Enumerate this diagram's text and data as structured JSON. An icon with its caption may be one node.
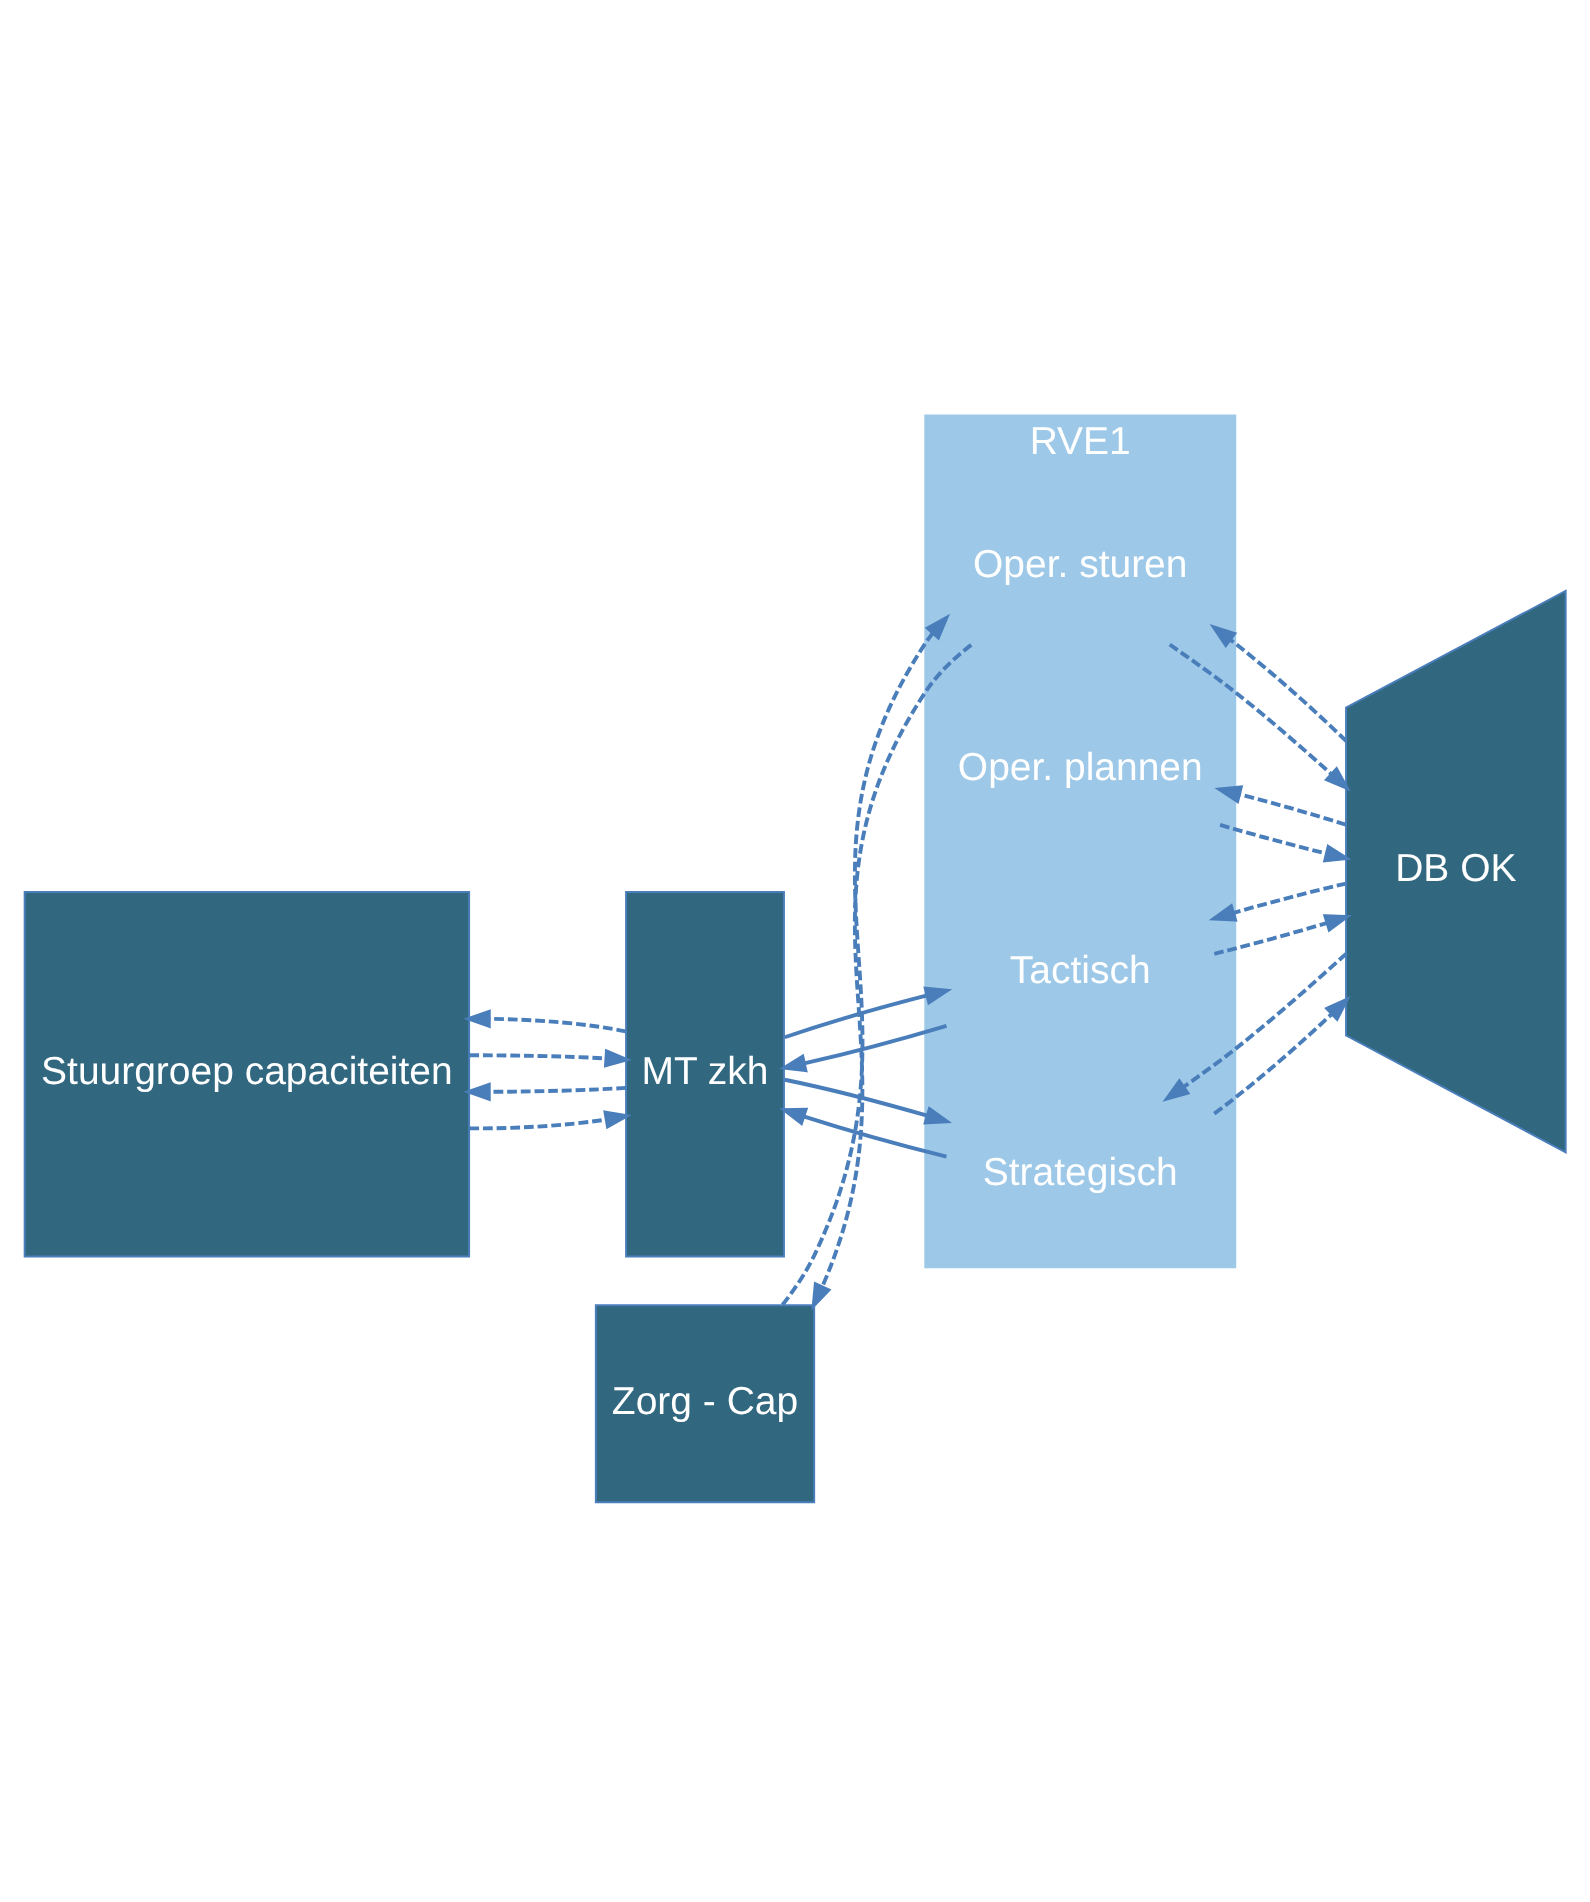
{
  "diagram": {
    "nodes": [
      {
        "text": [
          "Stuurgroep capaciteiten"
        ]
      },
      {
        "text": [
          "MT zkh"
        ]
      },
      {
        "text": [
          "RVE1"
        ]
      },
      {
        "text": [
          "Strategisch"
        ],
        "in": 2
      },
      {
        "text": [
          "Tactisch"
        ],
        "in": 2
      },
      {
        "text": [
          "Oper. plannen"
        ],
        "in": 2
      },
      {
        "text": [
          "Oper. sturen"
        ],
        "in": 2
      },
      {
        "text": [
          "DB OK"
        ]
      },
      {
        "text": [
          "Zorg - Cap"
        ]
      }
    ],
    "edges": [
      {
        "from": 0,
        "to": 1,
        "arrow": "to",
        "style": "dashed"
      },
      {
        "from": 1,
        "to": 3,
        "arrow": "to"
      },
      {
        "from": 3,
        "to": 7,
        "arrow": "to",
        "style": "dashed"
      },
      {
        "from": 7,
        "to": 3,
        "arrow": "to",
        "style": "dashed"
      },
      {
        "from": 3,
        "to": 1,
        "arrow": "to"
      },
      {
        "from": 1,
        "to": 0,
        "arrow": "to",
        "style": "dashed"
      },
      {
        "from": 0,
        "to": 1,
        "arrow": "to",
        "style": "dashed"
      },
      {
        "from": 1,
        "to": 4,
        "arrow": "to"
      },
      {
        "from": 4,
        "to": 7,
        "arrow": "to",
        "style": "dashed"
      },
      {
        "from": 7,
        "to": 4,
        "arrow": "to",
        "style": "dashed"
      },
      {
        "from": 4,
        "to": 1,
        "arrow": "to"
      },
      {
        "from": 1,
        "to": 0,
        "arrow": "to",
        "style": "dashed"
      },
      {
        "from": 5,
        "to": 7,
        "arrow": "to",
        "style": "dashed"
      },
      {
        "from": 7,
        "to": 5,
        "arrow": "to",
        "style": "dashed"
      },
      {
        "from": 8,
        "to": 6,
        "arrow": "to",
        "style": "dashed"
      },
      {
        "from": 6,
        "to": 7,
        "arrow": "to",
        "style": "dashed"
      },
      {
        "from": 7,
        "to": 6,
        "arrow": "to",
        "style": "dashed"
      },
      {
        "from": 6,
        "to": 8,
        "arrow": "to",
        "style": "dashed"
      }
    ]
  }
}
